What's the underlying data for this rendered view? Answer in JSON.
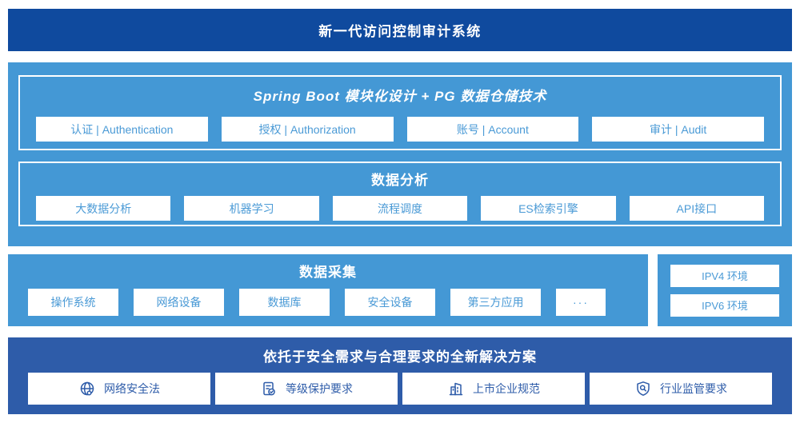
{
  "banner": {
    "title": "新一代访问控制审计系统"
  },
  "platform": {
    "modules": {
      "title": "Spring Boot 模块化设计 + PG 数据仓储技术",
      "items": [
        "认证 | Authentication",
        "授权 | Authorization",
        "账号 | Account",
        "审计 | Audit"
      ]
    },
    "analysis": {
      "title": "数据分析",
      "items": [
        "大数据分析",
        "机器学习",
        "流程调度",
        "ES检索引擎",
        "API接口"
      ]
    }
  },
  "collection": {
    "title": "数据采集",
    "items": [
      "操作系统",
      "网络设备",
      "数据库",
      "安全设备",
      "第三方应用",
      "···"
    ],
    "env": [
      "IPV4 环境",
      "IPV6 环境"
    ]
  },
  "solution": {
    "title": "依托于安全需求与合理要求的全新解决方案",
    "items": [
      {
        "icon": "globe-icon",
        "label": "网络安全法"
      },
      {
        "icon": "document-check-icon",
        "label": "等级保护要求"
      },
      {
        "icon": "buildings-icon",
        "label": "上市企业规范"
      },
      {
        "icon": "shield-search-icon",
        "label": "行业监管要求"
      }
    ]
  },
  "colors": {
    "banner_blue": "#0f4a9e",
    "light_blue": "#4498d5",
    "solution_blue": "#2e5ca9",
    "chip_text_light": "#4a9ad6",
    "chip_text_dark": "#2e5ca9"
  }
}
